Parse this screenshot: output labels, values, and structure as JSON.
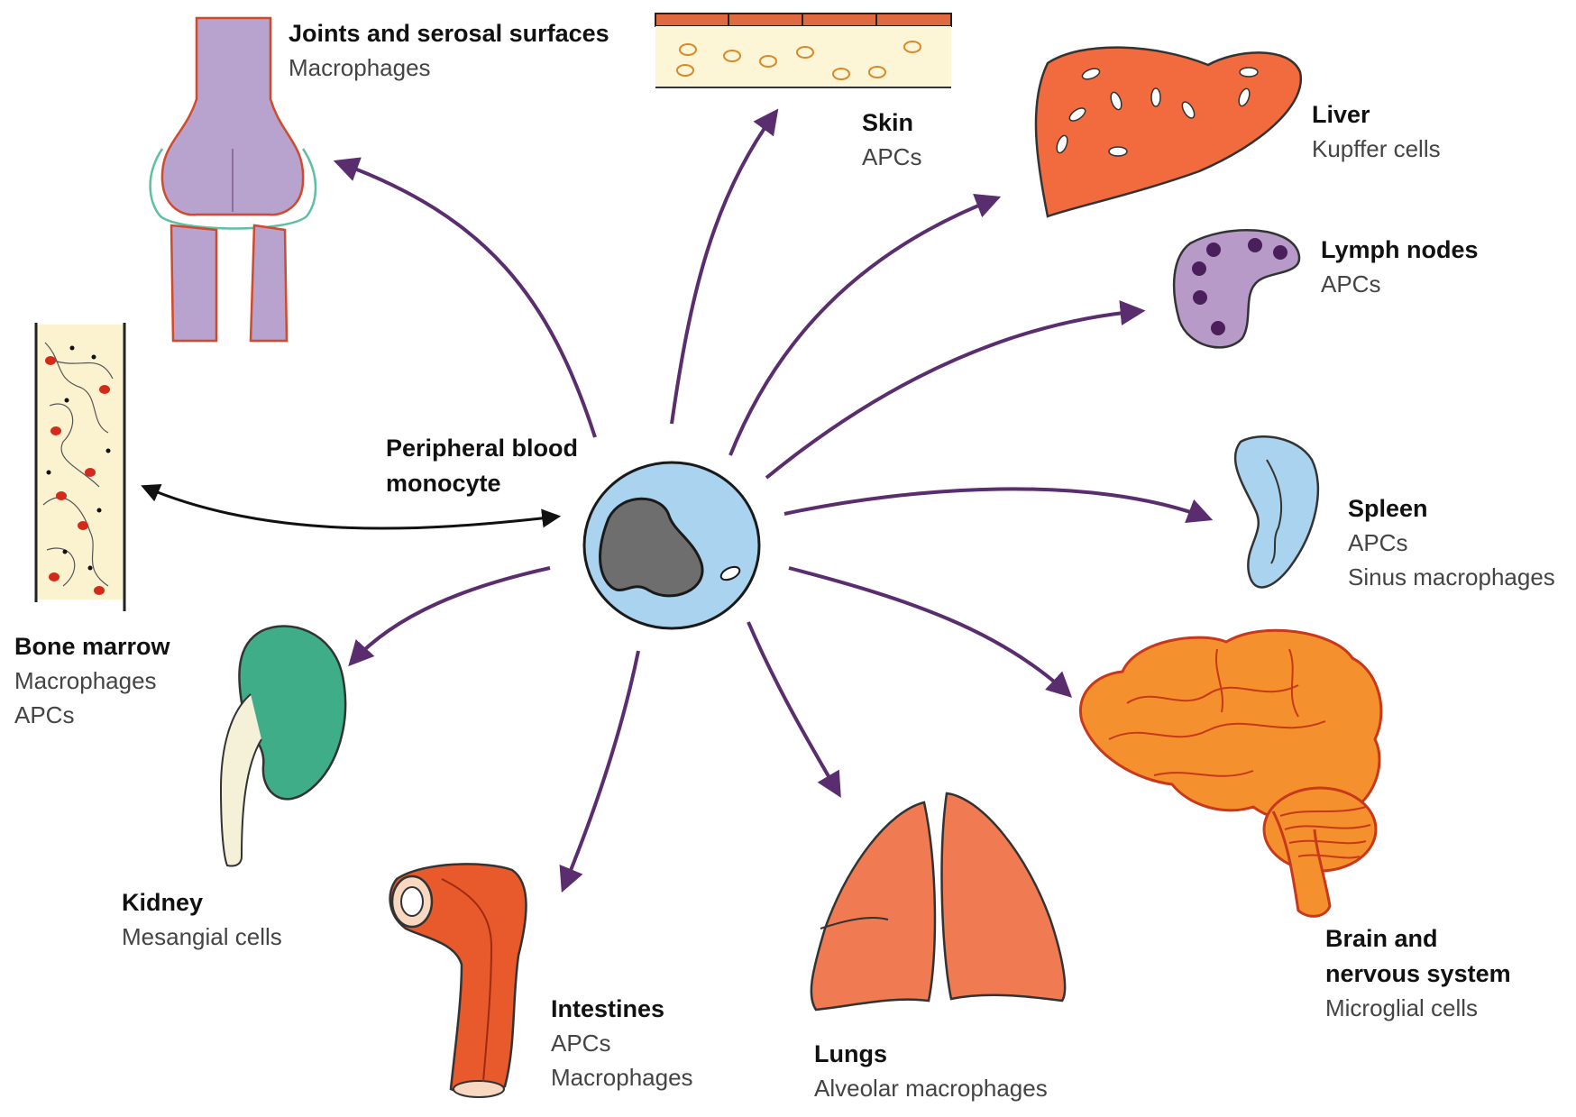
{
  "center": {
    "name_line1": "Peripheral blood",
    "name_line2": "monocyte"
  },
  "colors": {
    "arrow_purple": "#5a2d6e",
    "arrow_black": "#111111",
    "monocyte_cell": "#a9d3ee",
    "monocyte_nucleus": "#6e6e6e",
    "liver": "#f26b3f",
    "lymph_node": "#b89ac9",
    "lymph_dots": "#4a1f5c",
    "spleen": "#a9d3ee",
    "brain": "#f5902e",
    "lungs": "#f07a52",
    "intestine": "#e85a2c",
    "kidney": "#3fae88",
    "joint": "#b8a3cf",
    "skin": "#fdf6d6",
    "marrow_cells": "#d42a1a"
  },
  "organs": {
    "joints": {
      "name": "Joints and serosal surfaces",
      "cells": [
        "Macrophages"
      ],
      "icon": "knee-joint-icon"
    },
    "skin": {
      "name": "Skin",
      "cells": [
        "APCs"
      ],
      "icon": "skin-layer-icon"
    },
    "liver": {
      "name": "Liver",
      "cells": [
        "Kupffer cells"
      ],
      "icon": "liver-icon"
    },
    "lymph": {
      "name": "Lymph nodes",
      "cells": [
        "APCs"
      ],
      "icon": "lymph-node-icon"
    },
    "spleen": {
      "name": "Spleen",
      "cells": [
        "APCs",
        "Sinus macrophages"
      ],
      "icon": "spleen-icon"
    },
    "brain": {
      "name_line1": "Brain and",
      "name_line2": "nervous system",
      "cells": [
        "Microglial cells"
      ],
      "icon": "brain-icon"
    },
    "lungs": {
      "name": "Lungs",
      "cells": [
        "Alveolar macrophages"
      ],
      "icon": "lungs-icon"
    },
    "intestines": {
      "name": "Intestines",
      "cells": [
        "APCs",
        "Macrophages"
      ],
      "icon": "intestine-icon"
    },
    "kidney": {
      "name": "Kidney",
      "cells": [
        "Mesangial cells"
      ],
      "icon": "kidney-icon"
    },
    "marrow": {
      "name": "Bone marrow",
      "cells": [
        "Macrophages",
        "APCs"
      ],
      "icon": "bone-marrow-icon"
    }
  }
}
